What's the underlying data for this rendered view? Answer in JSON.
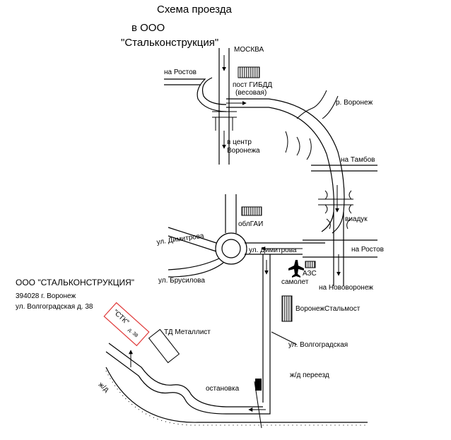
{
  "title": {
    "line1": "Схема проезда",
    "line2": "в ООО",
    "line3": "\"Стальконструкция\""
  },
  "labels": {
    "moscow": "МОСКВА",
    "to_rostov_top": "на Ростов",
    "gibdd_line1": "пост ГИБДД",
    "gibdd_line2": "(весовая)",
    "river": "р. Воронеж",
    "center_line1": "в центр",
    "center_line2": "Воронежа",
    "to_tambov": "на Тамбов",
    "viaduct": "виадук",
    "oblgai": "облГАИ",
    "dimitrova_left": "ул. Димитрова",
    "dimitrova_right": "ул. Димитрова",
    "to_rostov_right": "на Ростов",
    "azs": "АЗС",
    "airplane": "самолет",
    "to_novovoronezh": "на Нововоронеж",
    "brusilova": "ул. Брусилова",
    "voronezhstalmost": "ВоронежСтальмост",
    "td_metallist": "ТД Металлист",
    "volgogradskaya": "ул. Волгоградская",
    "rail_crossing": "ж/д переезд",
    "bus_stop": "остановка",
    "railway": "ж/д",
    "stk": "\"СТК\"",
    "stk_num": "д. 38"
  },
  "company": {
    "name": "ООО \"СТАЛЬКОНСТРУКЦИЯ\"",
    "postal": "394028 г. Воронеж",
    "address": "ул. Волгоградская д. 38"
  },
  "icons": {
    "airplane": "airplane-icon",
    "target_building": "stk-building",
    "bus_stop": "bus-stop-marker"
  },
  "colors": {
    "target": "#e03a3a",
    "hatch": "#666666",
    "lines": "#000000"
  }
}
